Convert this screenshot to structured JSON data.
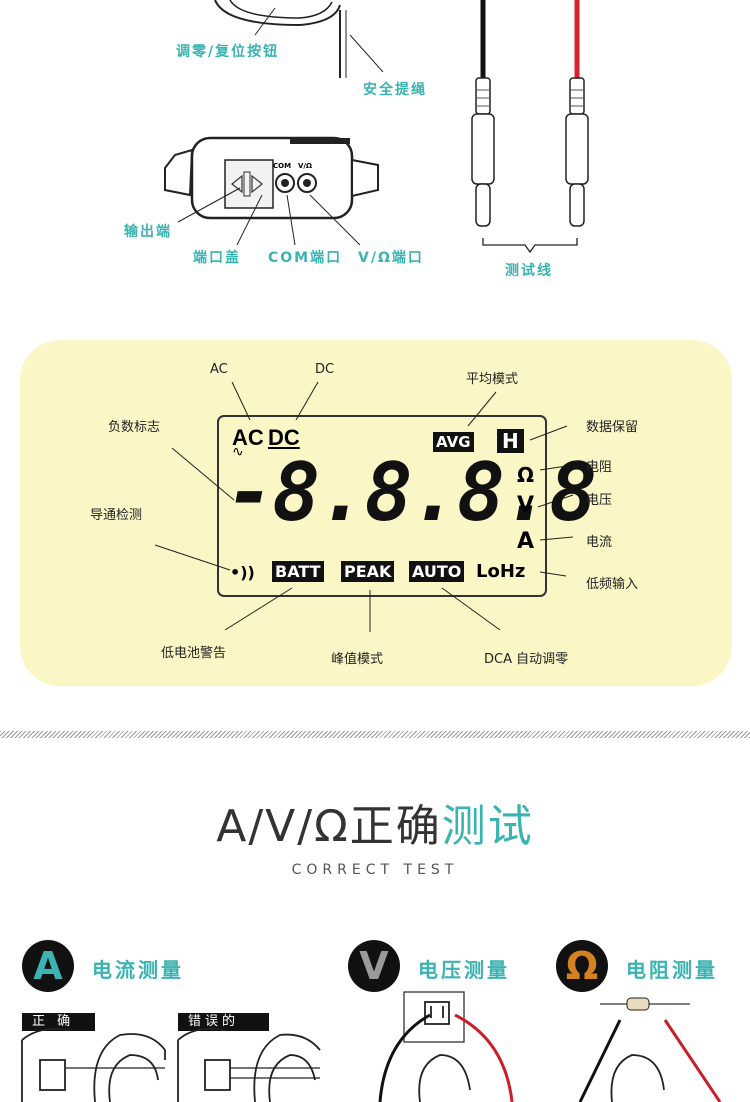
{
  "top": {
    "labels": {
      "zero_reset": "调零/复位按钮",
      "safety_rope": "安全提绳",
      "output": "输出端",
      "port_cover": "端口盖",
      "com_port": "COM端口",
      "v_ohm_port": "V/Ω端口",
      "test_leads": "测试线"
    },
    "device_marks": {
      "com": "COM",
      "v_ohm": "V/Ω"
    }
  },
  "lcd": {
    "labels": {
      "ac": "AC",
      "dc": "DC",
      "avg_mode": "平均模式",
      "negative": "负数标志",
      "data_hold": "数据保留",
      "resistance": "电阻",
      "voltage": "电压",
      "current": "电流",
      "continuity": "导通检测",
      "low_freq": "低频输入",
      "low_batt": "低电池警告",
      "peak_mode": "峰值模式",
      "dca_zero": "DCA 自动调零"
    },
    "display": {
      "ac": "AC",
      "dc": "DC",
      "avg": "AVG",
      "hold": "H",
      "digits": "-8.8.8.8",
      "ohm": "Ω",
      "v": "V",
      "a": "A",
      "batt": "BATT",
      "peak": "PEAK",
      "auto": "AUTO",
      "lohz": "LoHz",
      "buzzer": "•))"
    }
  },
  "section": {
    "title_main": "A/V/Ω正确",
    "title_accent": "测试",
    "subtitle": "CORRECT TEST"
  },
  "modes": [
    {
      "letter": "A",
      "title": "电流测量",
      "color": "#3bb3b0"
    },
    {
      "letter": "V",
      "title": "电压测量",
      "color": "#9a9a9a"
    },
    {
      "letter": "Ω",
      "title": "电阻测量",
      "color": "#d4821f"
    }
  ],
  "tags": {
    "correct": "正 确",
    "wrong": "错误的"
  }
}
